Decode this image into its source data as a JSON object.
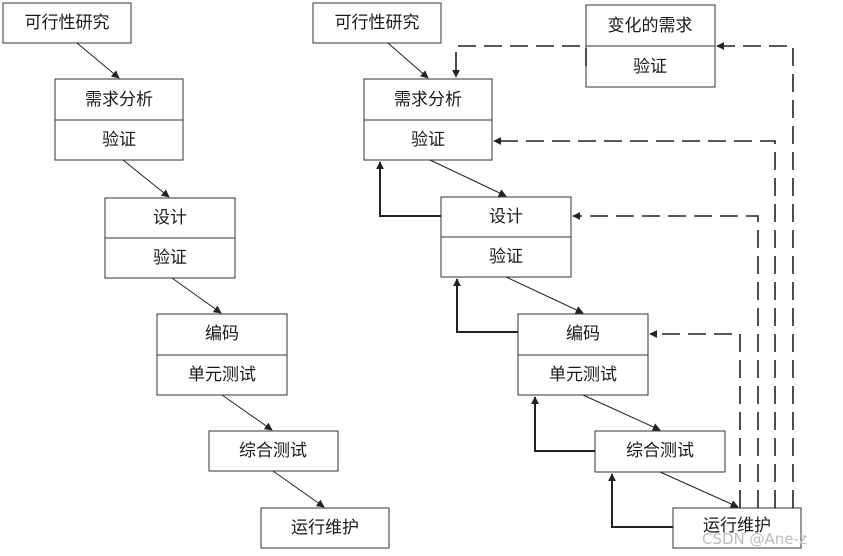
{
  "left": {
    "feasibility": "可行性研究",
    "requirements": {
      "title": "需求分析",
      "sub": "验证"
    },
    "design": {
      "title": "设计",
      "sub": "验证"
    },
    "coding": {
      "title": "编码",
      "sub": "单元测试"
    },
    "integration": "综合测试",
    "maintenance": "运行维护"
  },
  "right": {
    "feasibility": "可行性研究",
    "changing_requirements": {
      "title": "变化的需求",
      "sub": "验证"
    },
    "requirements": {
      "title": "需求分析",
      "sub": "验证"
    },
    "design": {
      "title": "设计",
      "sub": "验证"
    },
    "coding": {
      "title": "编码",
      "sub": "单元测试"
    },
    "integration": "综合测试",
    "maintenance": "运行维护"
  },
  "watermark": "CSDN @Ane-z"
}
